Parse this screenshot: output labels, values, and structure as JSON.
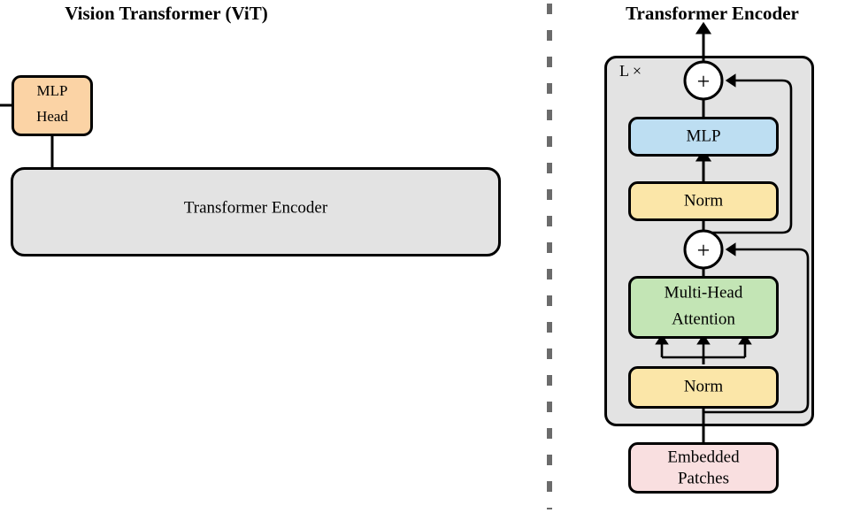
{
  "figure": {
    "left_panel": {
      "title": "Vision Transformer (ViT)",
      "boxes": {
        "mlp_head": {
          "label_line1": "MLP",
          "label_line2": "Head",
          "color": "#fbd3a5"
        },
        "encoder": {
          "label": "Transformer Encoder",
          "color": "#e3e3e3"
        }
      }
    },
    "right_panel": {
      "title": "Transformer Encoder",
      "repeat_label": "L ×",
      "container_color": "#e3e3e3",
      "boxes": {
        "mlp": {
          "label": "MLP",
          "color": "#bddef2"
        },
        "norm_top": {
          "label": "Norm",
          "color": "#fbe6a8"
        },
        "attention": {
          "label_line1": "Multi-Head",
          "label_line2": "Attention",
          "color": "#c3e5b5"
        },
        "norm_bottom": {
          "label": "Norm",
          "color": "#fbe6a8"
        },
        "embedded_patches": {
          "label_line1": "Embedded",
          "label_line2": "Patches",
          "color": "#f9dfe0"
        }
      },
      "adders": {
        "top": {
          "symbol": "+"
        },
        "bottom": {
          "symbol": "+"
        }
      }
    },
    "divider": {
      "style": "dashed-vertical",
      "color": "#6b6b6b"
    },
    "stroke_color": "#000000",
    "background": "#ffffff"
  }
}
